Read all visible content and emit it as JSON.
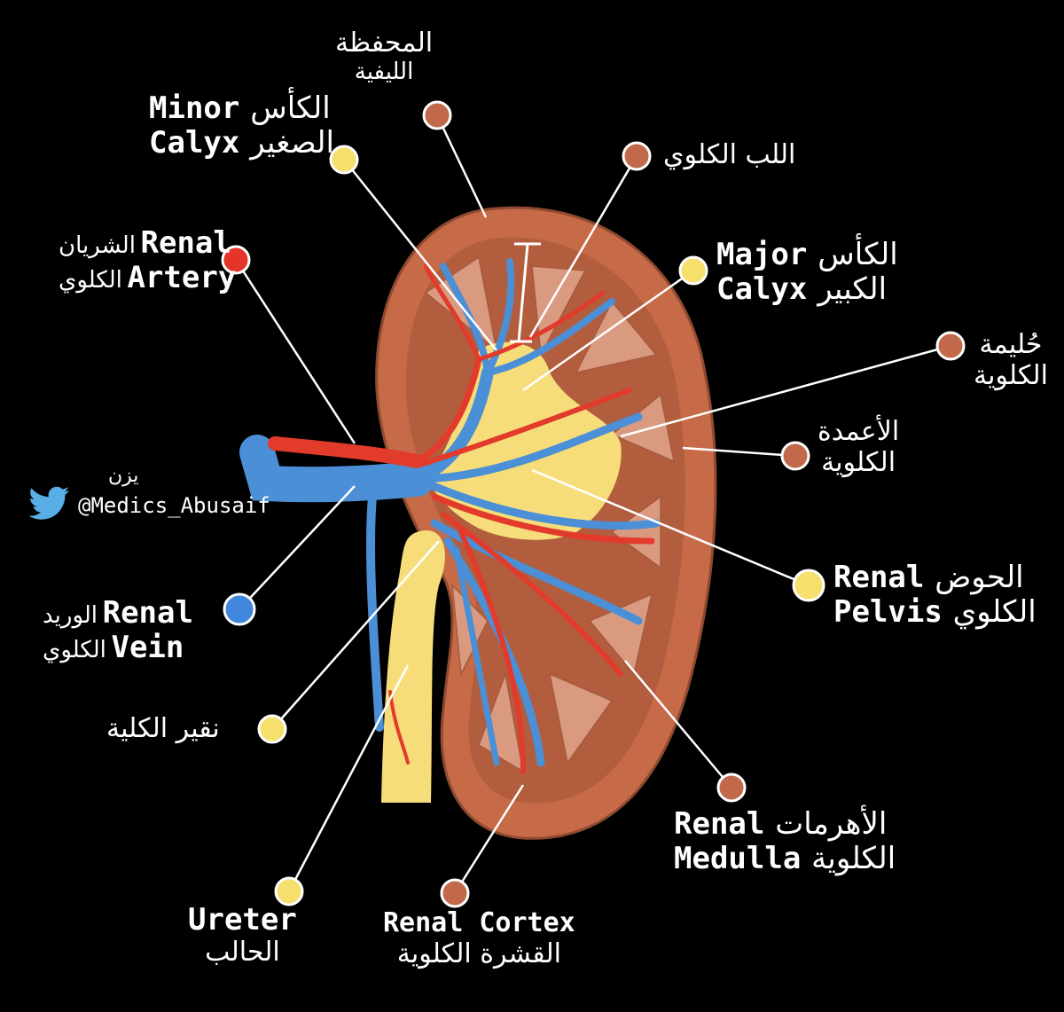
{
  "colors": {
    "background": "#000000",
    "kidney_outer": "#c66a47",
    "cortex_inner": "#b05a3c",
    "pyramid": "#d9977e",
    "pelvis": "#f6dd7a",
    "artery": "#e23b2c",
    "vein": "#4b8fd6",
    "dot_cortex": "#c2694b",
    "dot_pelvis": "#f6df6d",
    "dot_artery": "#e5342a",
    "dot_vein": "#3f86dc"
  },
  "author": {
    "name": "يزن",
    "handle": "@Medics_Abusaif",
    "icon": "twitter-bird-icon"
  },
  "labels": {
    "capsule": {
      "ar_line1": "المحفظة",
      "ar_line2": "الليفية"
    },
    "minor_calyx": {
      "en_line1": "Minor",
      "en_line2": "Calyx",
      "ar_line1": "الكأس",
      "ar_line2": "الصغير"
    },
    "renal_medulla_top": {
      "ar": "اللب الكلوي"
    },
    "renal_artery": {
      "en_line1": "Renal",
      "en_line2": "Artery",
      "ar_line1": "الشريان",
      "ar_line2": "الكلوي"
    },
    "major_calyx": {
      "en_line1": "Major",
      "en_line2": "Calyx",
      "ar_line1": "الكأس",
      "ar_line2": "الكبير"
    },
    "papilla": {
      "ar_line1": "حُليمة",
      "ar_line2": "الكلوية"
    },
    "renal_columns": {
      "ar_line1": "الأعمدة",
      "ar_line2": "الكلوية"
    },
    "renal_pelvis": {
      "en_line1": "Renal",
      "en_line2": "Pelvis",
      "ar_line1": "الحوض",
      "ar_line2": "الكلوي"
    },
    "renal_vein": {
      "en_line1": "Renal",
      "en_line2": "Vein",
      "ar_line1": "الوريد",
      "ar_line2": "الكلوي"
    },
    "hilum": {
      "ar": "نقير الكلية"
    },
    "renal_medulla": {
      "en_line1": "Renal",
      "en_line2": "Medulla",
      "ar_line1": "الأهرمات",
      "ar_line2": "الكلوية"
    },
    "ureter": {
      "en": "Ureter",
      "ar": "الحالب"
    },
    "renal_cortex": {
      "en": "Renal Cortex",
      "ar": "القشرة الكلوية"
    }
  }
}
